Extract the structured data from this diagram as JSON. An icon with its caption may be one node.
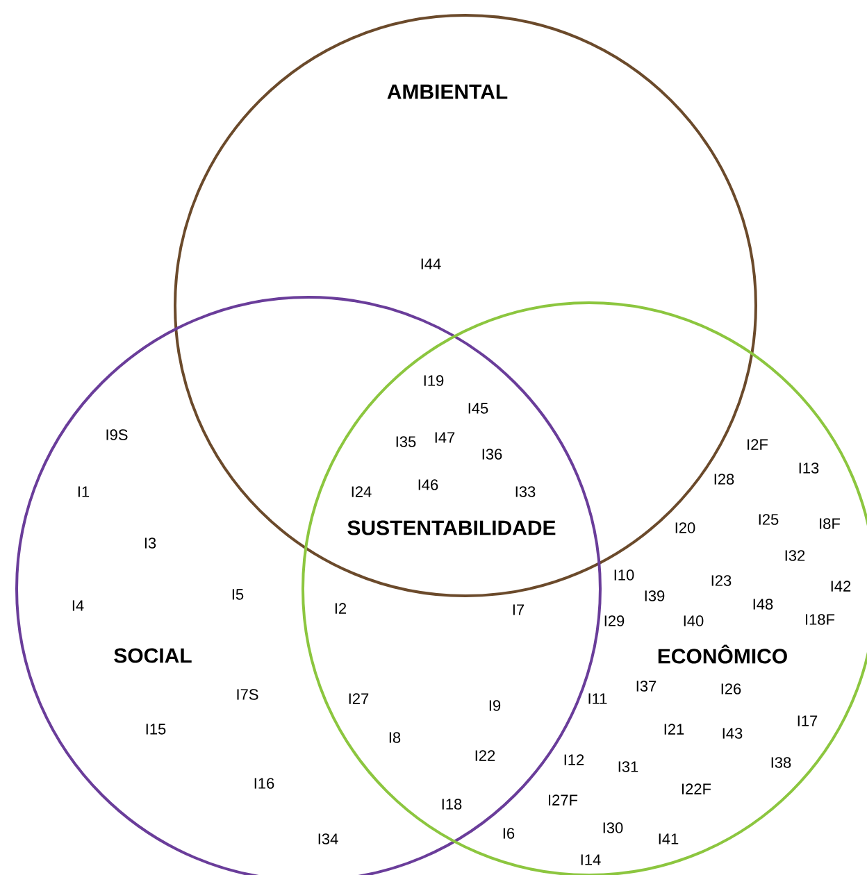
{
  "diagram": {
    "nodes": [
      {
        "text": [
          "AMBIENTAL"
        ]
      },
      {
        "text": [
          "SOCIAL"
        ]
      },
      {
        "text": [
          "ECONÔMICO"
        ]
      }
    ],
    "labels": [
      "I44",
      "I19",
      "I45",
      "I35",
      "I47",
      "I36",
      "I9S",
      "I2F",
      "I13",
      "I1",
      "I24",
      "I46",
      "I33",
      "I28",
      "SUSTENTABILIDADE",
      "I20",
      "I25",
      "I8F",
      "I3",
      "I32",
      "I10",
      "I39",
      "I23",
      "I42",
      "I4",
      "I5",
      "I2",
      "I7",
      "I48",
      "I29",
      "I40",
      "I18F",
      "I7S",
      "I27",
      "I9",
      "I11",
      "I37",
      "I26",
      "I15",
      "I8",
      "I21",
      "I43",
      "I17",
      "I22",
      "I12",
      "I31",
      "I38",
      "I16",
      "I18",
      "I27F",
      "I22F",
      "I34",
      "I6",
      "I30",
      "I41",
      "I14"
    ]
  }
}
